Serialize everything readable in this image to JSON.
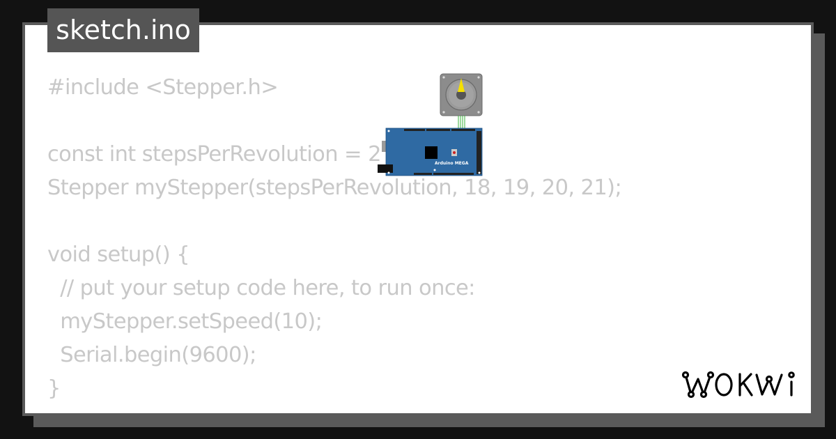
{
  "file_tab": {
    "label": "sketch.ino"
  },
  "code": {
    "lines": [
      "#include <Stepper.h>",
      "",
      "const int stepsPerRevolution = 2",
      "Stepper myStepper(stepsPerRevolution, 18, 19, 20, 21);",
      "",
      "void setup() {",
      "  // put your setup code here, to run once:",
      "  myStepper.setSpeed(10);",
      "  Serial.begin(9600);",
      "}"
    ]
  },
  "diagram": {
    "board_label": "Arduino MEGA",
    "components": [
      "stepper-motor",
      "arduino-mega"
    ],
    "colors": {
      "board": "#2f6aa3",
      "motor_body": "#8a8a8a",
      "pointer": "#f5e000",
      "wires": "#3bb33b"
    }
  },
  "brand": {
    "logo_text": "WOKWI"
  },
  "colors": {
    "background": "#121212",
    "frame": "#5a5a5a",
    "card": "#ffffff",
    "code_text": "#c8c8c8",
    "tab_bg": "#555555"
  }
}
